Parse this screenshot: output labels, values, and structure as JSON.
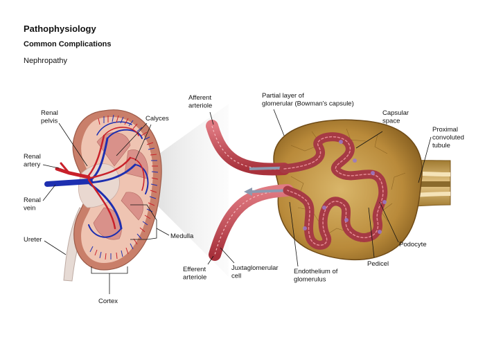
{
  "header": {
    "title": "Pathophysiology",
    "subtitle": "Common Complications",
    "topic": "Nephropathy"
  },
  "labels": {
    "renal_pelvis": [
      "Renal",
      "pelvis"
    ],
    "calyces": [
      "Calyces"
    ],
    "renal_artery": [
      "Renal",
      "artery"
    ],
    "renal_vein": [
      "Renal",
      "vein"
    ],
    "ureter": [
      "Ureter"
    ],
    "medulla": [
      "Medulla"
    ],
    "cortex": [
      "Cortex"
    ],
    "afferent_arteriole": [
      "Afferent",
      "arteriole"
    ],
    "efferent_arteriole": [
      "Efferent",
      "arteriole"
    ],
    "juxtaglomerular_cell": [
      "Juxtaglomerular",
      "cell"
    ],
    "bowmans_capsule": [
      "Partial layer of",
      "glomerular (Bowman's capsule)"
    ],
    "capsular_space": [
      "Capsular",
      "space"
    ],
    "proximal_tubule": [
      "Proximal",
      "convoluted",
      "tubule"
    ],
    "podocyte": [
      "Podocyte"
    ],
    "pedicel": [
      "Pedicel"
    ],
    "endothelium": [
      "Endothelium of",
      "glomerulus"
    ]
  },
  "colors": {
    "artery": "#c8202a",
    "vein": "#1d2fb0",
    "kidney_flesh": "#e9b9a6",
    "capsule": "#b88a3c",
    "vessel_pink": "#c94a55"
  }
}
